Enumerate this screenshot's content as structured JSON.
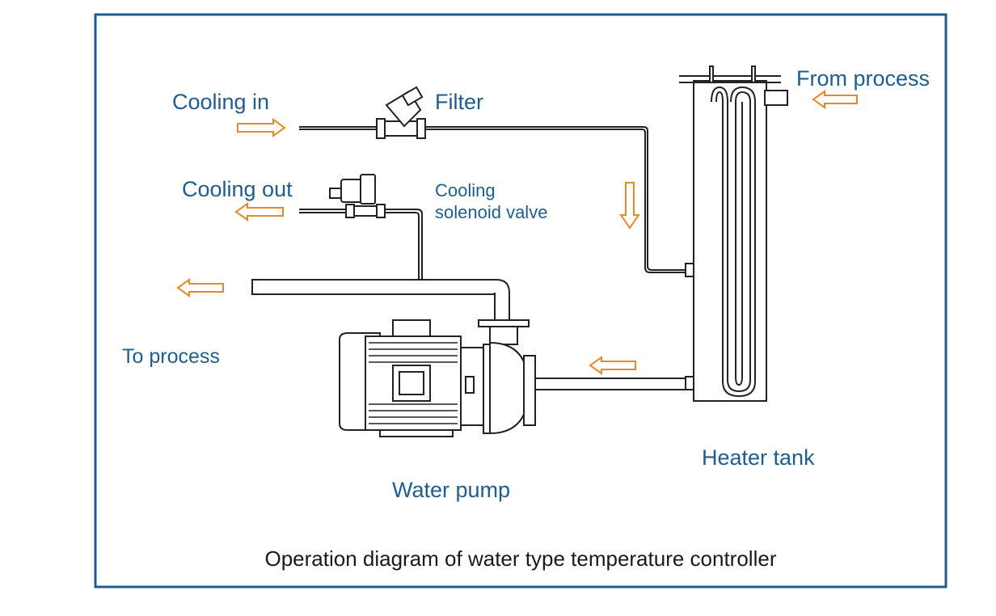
{
  "colors": {
    "frame": "#1f5d8f",
    "label": "#1f5d8f",
    "arrow": "#e58a2c",
    "line": "#222222"
  },
  "labels": {
    "cooling_in": "Cooling in",
    "filter": "Filter",
    "cooling_out": "Cooling out",
    "solenoid_line1": "Cooling",
    "solenoid_line2": "solenoid valve",
    "from_process": "From process",
    "to_process": "To process",
    "heater_tank": "Heater tank",
    "water_pump": "Water pump"
  },
  "caption": "Operation diagram of water type temperature controller"
}
